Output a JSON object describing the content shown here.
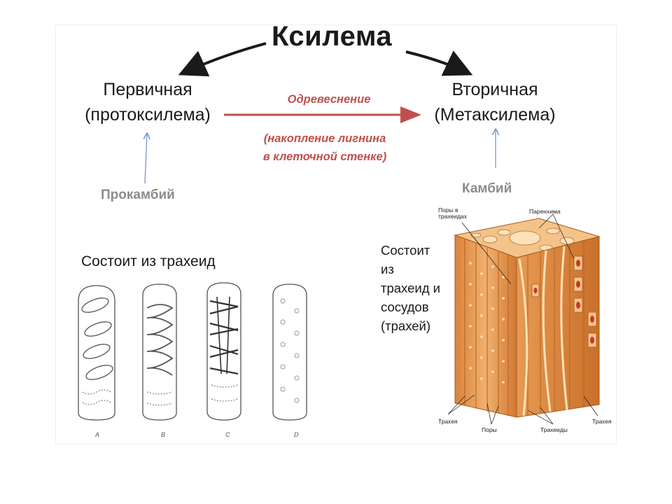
{
  "title": "Ксилема",
  "left_branch": {
    "line1": "Первичная",
    "line2": "(протоксилема)"
  },
  "right_branch": {
    "line1": "Вторичная",
    "line2": "(Метаксилема)"
  },
  "process": {
    "name": "Одревеснение",
    "note_line1": "(накопление лигнина",
    "note_line2": "в клеточной стенке)",
    "color": "#c0504d"
  },
  "sources": {
    "left": "Прокамбий",
    "right": "Камбий"
  },
  "left_content": {
    "caption": "Состоит из трахеид",
    "tube_labels": [
      "A",
      "B",
      "C",
      "D"
    ]
  },
  "right_content": {
    "caption_lines": [
      "Состоит",
      "из",
      "трахеид и",
      "сосудов",
      "(трахей)"
    ],
    "figure_labels": {
      "pores_in_tracheids_line1": "Поры в",
      "pores_in_tracheids_line2": "трахеидах",
      "parenchyma": "Паренхима",
      "trachea_left": "Трахея",
      "pores": "Поры",
      "tracheids": "Трахеиды",
      "trachea_right": "Трахея"
    }
  },
  "colors": {
    "arrow_dark": "#1a1a1a",
    "arrow_blue": "#6b8fc4",
    "source_gray": "#8c8c8c",
    "wood": "#e8a25a"
  }
}
